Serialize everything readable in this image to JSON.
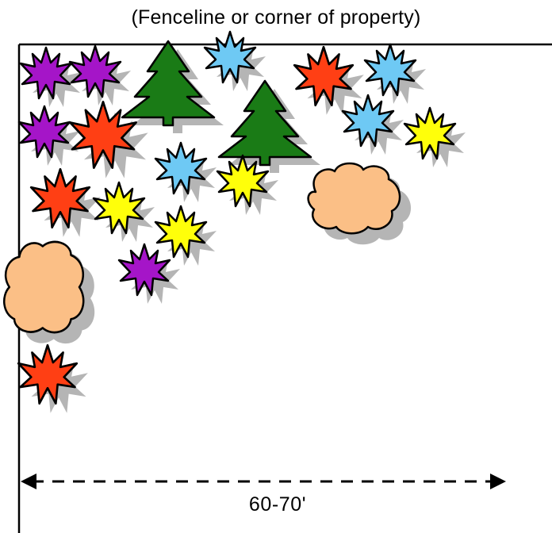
{
  "diagram": {
    "caption": "(Fenceline or corner of property)",
    "dimension": "60-70'"
  },
  "colors": {
    "purple": "#a515c8",
    "blue": "#6ec9f4",
    "red": "#ff3f14",
    "yellow": "#ffff0a",
    "evergreen": "#1a7b16",
    "shrub": "#fbbf86",
    "shadow": "#b5b5b5",
    "outline": "#000000"
  },
  "plants": [
    {
      "kind": "maple",
      "color": "purple"
    },
    {
      "kind": "maple",
      "color": "purple"
    },
    {
      "kind": "evergreen",
      "color": "evergreen"
    },
    {
      "kind": "maple",
      "color": "blue"
    },
    {
      "kind": "maple",
      "color": "red"
    },
    {
      "kind": "maple",
      "color": "blue"
    },
    {
      "kind": "maple",
      "color": "purple"
    },
    {
      "kind": "maple",
      "color": "red"
    },
    {
      "kind": "evergreen",
      "color": "evergreen"
    },
    {
      "kind": "maple",
      "color": "blue"
    },
    {
      "kind": "maple",
      "color": "yellow"
    },
    {
      "kind": "maple",
      "color": "blue"
    },
    {
      "kind": "maple",
      "color": "yellow"
    },
    {
      "kind": "shrub",
      "color": "shrub"
    },
    {
      "kind": "maple",
      "color": "red"
    },
    {
      "kind": "maple",
      "color": "yellow"
    },
    {
      "kind": "maple",
      "color": "yellow"
    },
    {
      "kind": "maple",
      "color": "purple"
    },
    {
      "kind": "shrub",
      "color": "shrub"
    },
    {
      "kind": "maple",
      "color": "red"
    }
  ]
}
